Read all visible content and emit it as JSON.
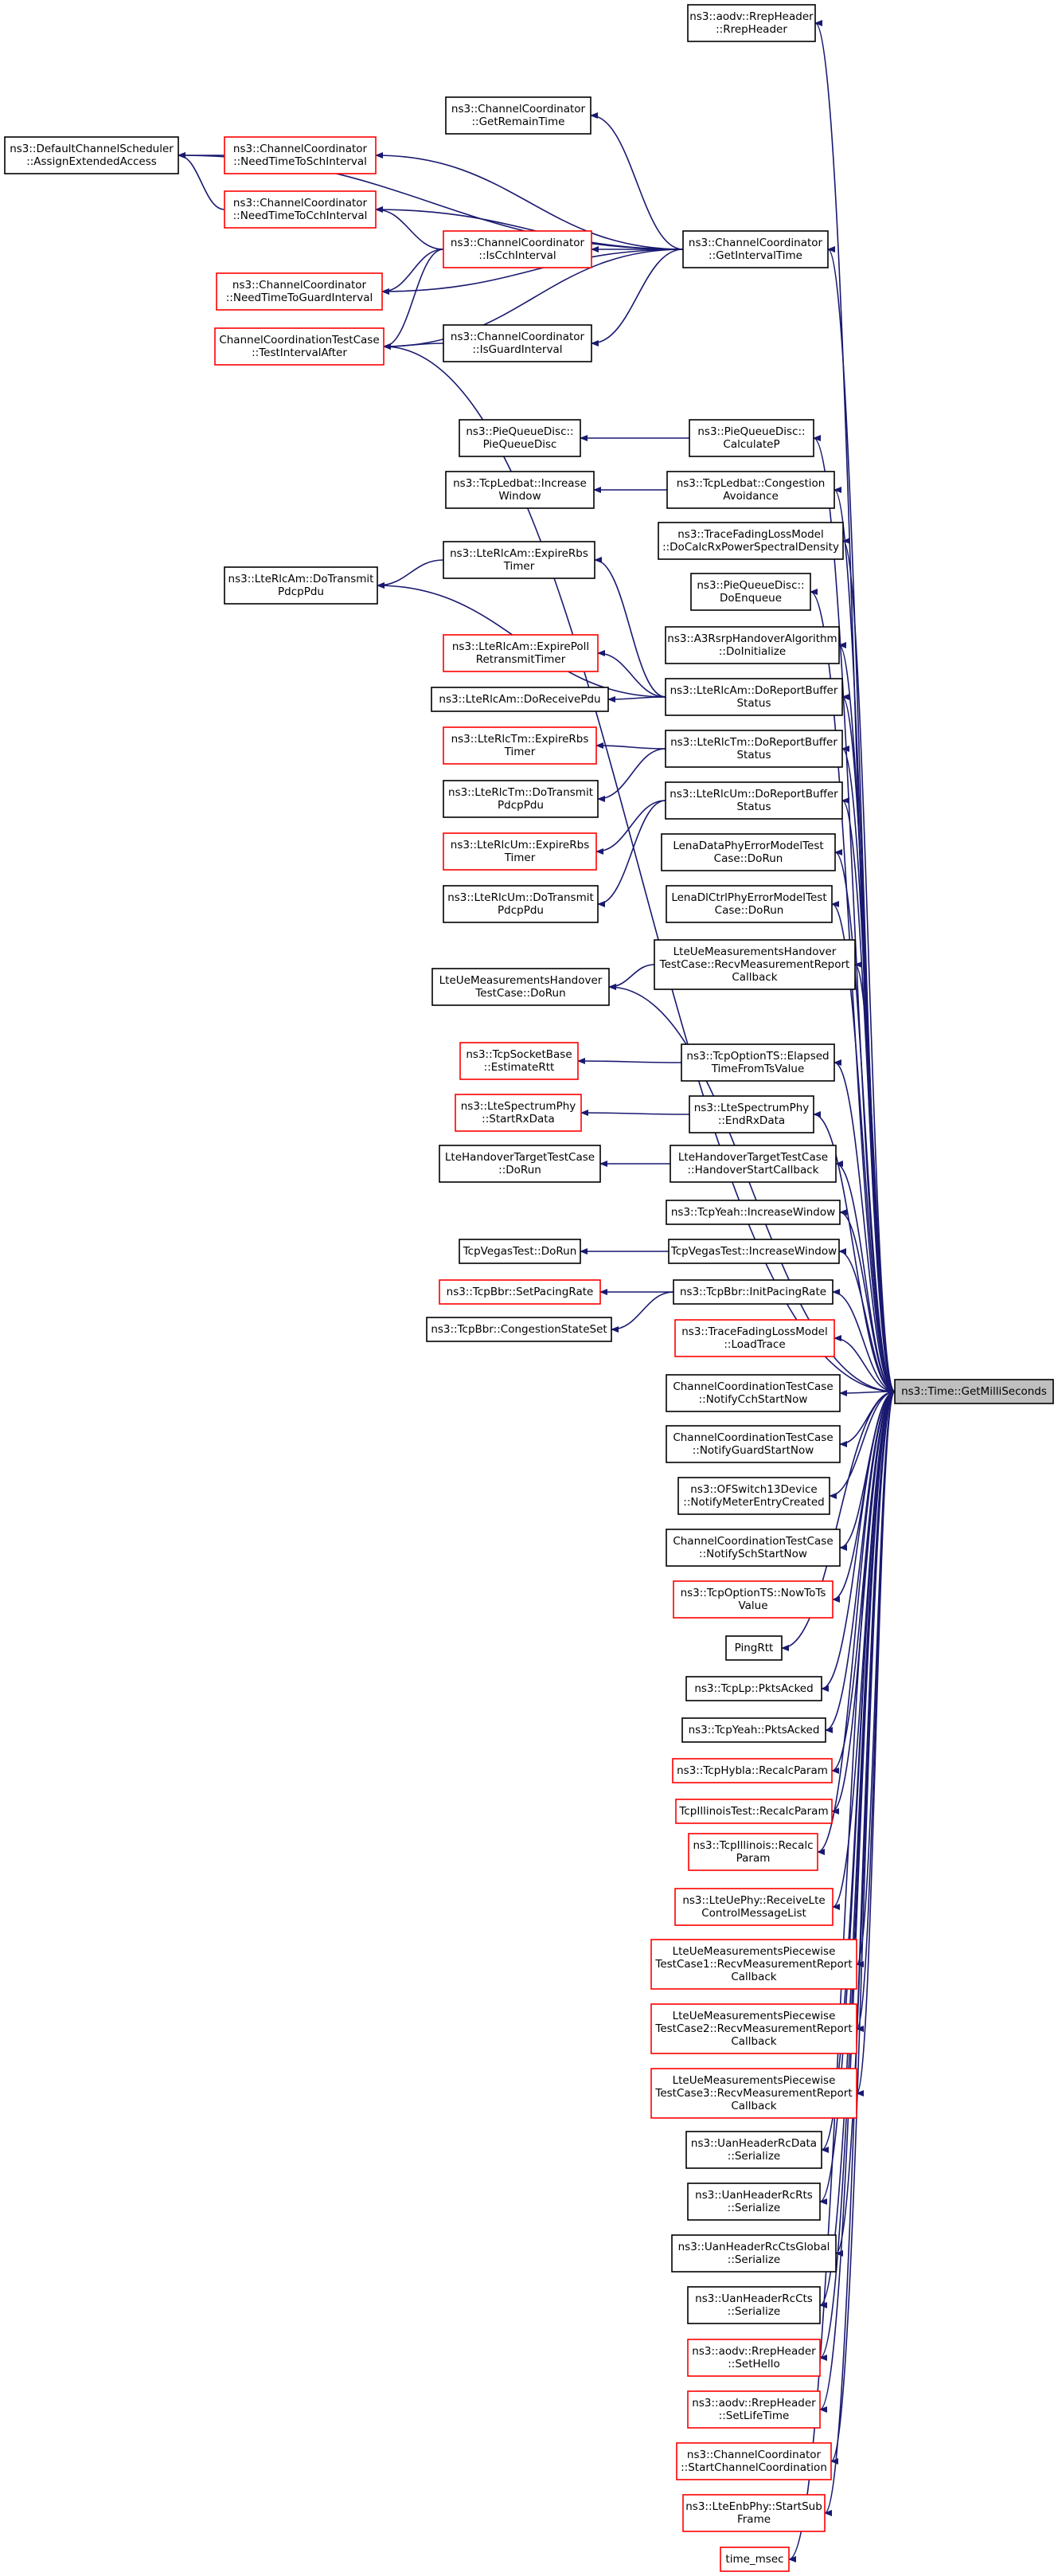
{
  "colors": {
    "edge": "#191970",
    "border_black": "#000000",
    "border_red": "#ff0000",
    "root_fill": "#bfbfbf"
  },
  "nodes": [
    {
      "id": "rrep_hdr",
      "lines": [
        "ns3::aodv::RrepHeader",
        "::RrepHeader"
      ],
      "border": "black"
    },
    {
      "id": "dcs_aea",
      "lines": [
        "ns3::DefaultChannelScheduler",
        "::AssignExtendedAccess"
      ],
      "border": "black"
    },
    {
      "id": "cc_ntts",
      "lines": [
        "ns3::ChannelCoordinator",
        "::NeedTimeToSchInterval"
      ],
      "border": "red"
    },
    {
      "id": "cc_grt",
      "lines": [
        "ns3::ChannelCoordinator",
        "::GetRemainTime"
      ],
      "border": "black"
    },
    {
      "id": "cc_nttc",
      "lines": [
        "ns3::ChannelCoordinator",
        "::NeedTimeToCchInterval"
      ],
      "border": "red"
    },
    {
      "id": "cc_iscch",
      "lines": [
        "ns3::ChannelCoordinator",
        "::IsCchInterval"
      ],
      "border": "red"
    },
    {
      "id": "cc_git",
      "lines": [
        "ns3::ChannelCoordinator",
        "::GetIntervalTime"
      ],
      "border": "black"
    },
    {
      "id": "cc_nttg",
      "lines": [
        "ns3::ChannelCoordinator",
        "::NeedTimeToGuardInterval"
      ],
      "border": "red"
    },
    {
      "id": "cctc_tia",
      "lines": [
        "ChannelCoordinationTestCase",
        "::TestIntervalAfter"
      ],
      "border": "red"
    },
    {
      "id": "cc_isg",
      "lines": [
        "ns3::ChannelCoordinator",
        "::IsGuardInterval"
      ],
      "border": "black"
    },
    {
      "id": "pq_pq",
      "lines": [
        "ns3::PieQueueDisc::",
        "PieQueueDisc"
      ],
      "border": "black"
    },
    {
      "id": "pq_cp",
      "lines": [
        "ns3::PieQueueDisc::",
        "CalculateP"
      ],
      "border": "black"
    },
    {
      "id": "tl_iw",
      "lines": [
        "ns3::TcpLedbat::Increase",
        "Window"
      ],
      "border": "black"
    },
    {
      "id": "tl_ca",
      "lines": [
        "ns3::TcpLedbat::Congestion",
        "Avoidance"
      ],
      "border": "black"
    },
    {
      "id": "tflm_dc",
      "lines": [
        "ns3::TraceFadingLossModel",
        "::DoCalcRxPowerSpectralDensity"
      ],
      "border": "black"
    },
    {
      "id": "pq_de",
      "lines": [
        "ns3::PieQueueDisc::",
        "DoEnqueue"
      ],
      "border": "black"
    },
    {
      "id": "lra_erbs",
      "lines": [
        "ns3::LteRlcAm::ExpireRbs",
        "Timer"
      ],
      "border": "black"
    },
    {
      "id": "lra_dtp",
      "lines": [
        "ns3::LteRlcAm::DoTransmit",
        "PdcpPdu"
      ],
      "border": "black"
    },
    {
      "id": "a3_di",
      "lines": [
        "ns3::A3RsrpHandoverAlgorithm",
        "::DoInitialize"
      ],
      "border": "black"
    },
    {
      "id": "lra_eprt",
      "lines": [
        "ns3::LteRlcAm::ExpirePoll",
        "RetransmitTimer"
      ],
      "border": "red"
    },
    {
      "id": "lra_drbs",
      "lines": [
        "ns3::LteRlcAm::DoReportBuffer",
        "Status"
      ],
      "border": "black"
    },
    {
      "id": "lra_drp",
      "lines": [
        "ns3::LteRlcAm::DoReceivePdu"
      ],
      "border": "black"
    },
    {
      "id": "lrt_erbs",
      "lines": [
        "ns3::LteRlcTm::ExpireRbs",
        "Timer"
      ],
      "border": "red"
    },
    {
      "id": "lrt_drbs",
      "lines": [
        "ns3::LteRlcTm::DoReportBuffer",
        "Status"
      ],
      "border": "black"
    },
    {
      "id": "lrt_dtp",
      "lines": [
        "ns3::LteRlcTm::DoTransmit",
        "PdcpPdu"
      ],
      "border": "black"
    },
    {
      "id": "lru_drbs",
      "lines": [
        "ns3::LteRlcUm::DoReportBuffer",
        "Status"
      ],
      "border": "black"
    },
    {
      "id": "lru_erbs",
      "lines": [
        "ns3::LteRlcUm::ExpireRbs",
        "Timer"
      ],
      "border": "red"
    },
    {
      "id": "ldp_dr",
      "lines": [
        "LenaDataPhyErrorModelTest",
        "Case::DoRun"
      ],
      "border": "black"
    },
    {
      "id": "lru_dtp",
      "lines": [
        "ns3::LteRlcUm::DoTransmit",
        "PdcpPdu"
      ],
      "border": "black"
    },
    {
      "id": "ldc_dr",
      "lines": [
        "LenaDlCtrlPhyErrorModelTest",
        "Case::DoRun"
      ],
      "border": "black"
    },
    {
      "id": "lumh_rmrc",
      "lines": [
        "LteUeMeasurementsHandover",
        "TestCase::RecvMeasurementReport",
        "Callback"
      ],
      "border": "black"
    },
    {
      "id": "lumh_dr",
      "lines": [
        "LteUeMeasurementsHandover",
        "TestCase::DoRun"
      ],
      "border": "black"
    },
    {
      "id": "tsb_ertt",
      "lines": [
        "ns3::TcpSocketBase",
        "::EstimateRtt"
      ],
      "border": "red"
    },
    {
      "id": "tots_et",
      "lines": [
        "ns3::TcpOptionTS::Elapsed",
        "TimeFromTsValue"
      ],
      "border": "black"
    },
    {
      "id": "lsp_srx",
      "lines": [
        "ns3::LteSpectrumPhy",
        "::StartRxData"
      ],
      "border": "red"
    },
    {
      "id": "lsp_erx",
      "lines": [
        "ns3::LteSpectrumPhy",
        "::EndRxData"
      ],
      "border": "black"
    },
    {
      "id": "lhtc_dr",
      "lines": [
        "LteHandoverTargetTestCase",
        "::DoRun"
      ],
      "border": "black"
    },
    {
      "id": "lhtc_hsc",
      "lines": [
        "LteHandoverTargetTestCase",
        "::HandoverStartCallback"
      ],
      "border": "black"
    },
    {
      "id": "ty_iw",
      "lines": [
        "ns3::TcpYeah::IncreaseWindow"
      ],
      "border": "black"
    },
    {
      "id": "tv_dr",
      "lines": [
        "TcpVegasTest::DoRun"
      ],
      "border": "black"
    },
    {
      "id": "tv_iw",
      "lines": [
        "TcpVegasTest::IncreaseWindow"
      ],
      "border": "black"
    },
    {
      "id": "tb_spr",
      "lines": [
        "ns3::TcpBbr::SetPacingRate"
      ],
      "border": "red"
    },
    {
      "id": "tb_ipr",
      "lines": [
        "ns3::TcpBbr::InitPacingRate"
      ],
      "border": "black"
    },
    {
      "id": "tb_css",
      "lines": [
        "ns3::TcpBbr::CongestionStateSet"
      ],
      "border": "black"
    },
    {
      "id": "tflm_lt",
      "lines": [
        "ns3::TraceFadingLossModel",
        "::LoadTrace"
      ],
      "border": "red"
    },
    {
      "id": "gms",
      "lines": [
        "ns3::Time::GetMilliSeconds"
      ],
      "border": "black",
      "root": true
    },
    {
      "id": "cctc_ncsn",
      "lines": [
        "ChannelCoordinationTestCase",
        "::NotifyCchStartNow"
      ],
      "border": "black"
    },
    {
      "id": "cctc_ngsn",
      "lines": [
        "ChannelCoordinationTestCase",
        "::NotifyGuardStartNow"
      ],
      "border": "black"
    },
    {
      "id": "ofs_nmec",
      "lines": [
        "ns3::OFSwitch13Device",
        "::NotifyMeterEntryCreated"
      ],
      "border": "black"
    },
    {
      "id": "cctc_nssn",
      "lines": [
        "ChannelCoordinationTestCase",
        "::NotifySchStartNow"
      ],
      "border": "black"
    },
    {
      "id": "tots_ntv",
      "lines": [
        "ns3::TcpOptionTS::NowToTs",
        "Value"
      ],
      "border": "red"
    },
    {
      "id": "pingrtt",
      "lines": [
        "PingRtt"
      ],
      "border": "black"
    },
    {
      "id": "tlp_pa",
      "lines": [
        "ns3::TcpLp::PktsAcked"
      ],
      "border": "black"
    },
    {
      "id": "ty_pa",
      "lines": [
        "ns3::TcpYeah::PktsAcked"
      ],
      "border": "black"
    },
    {
      "id": "th_rp",
      "lines": [
        "ns3::TcpHybla::RecalcParam"
      ],
      "border": "red"
    },
    {
      "id": "tit_rp",
      "lines": [
        "TcpIllinoisTest::RecalcParam"
      ],
      "border": "red"
    },
    {
      "id": "ti_rp",
      "lines": [
        "ns3::TcpIllinois::Recalc",
        "Param"
      ],
      "border": "red"
    },
    {
      "id": "lup_rlcml",
      "lines": [
        "ns3::LteUePhy::ReceiveLte",
        "ControlMessageList"
      ],
      "border": "red"
    },
    {
      "id": "lump1",
      "lines": [
        "LteUeMeasurementsPiecewise",
        "TestCase1::RecvMeasurementReport",
        "Callback"
      ],
      "border": "red"
    },
    {
      "id": "lump2",
      "lines": [
        "LteUeMeasurementsPiecewise",
        "TestCase2::RecvMeasurementReport",
        "Callback"
      ],
      "border": "red"
    },
    {
      "id": "lump3",
      "lines": [
        "LteUeMeasurementsPiecewise",
        "TestCase3::RecvMeasurementReport",
        "Callback"
      ],
      "border": "red"
    },
    {
      "id": "uhrd_s",
      "lines": [
        "ns3::UanHeaderRcData",
        "::Serialize"
      ],
      "border": "black"
    },
    {
      "id": "uhrr_s",
      "lines": [
        "ns3::UanHeaderRcRts",
        "::Serialize"
      ],
      "border": "black"
    },
    {
      "id": "uhrcg_s",
      "lines": [
        "ns3::UanHeaderRcCtsGlobal",
        "::Serialize"
      ],
      "border": "black"
    },
    {
      "id": "uhrc_s",
      "lines": [
        "ns3::UanHeaderRcCts",
        "::Serialize"
      ],
      "border": "black"
    },
    {
      "id": "rrep_sh",
      "lines": [
        "ns3::aodv::RrepHeader",
        "::SetHello"
      ],
      "border": "red"
    },
    {
      "id": "rrep_slt",
      "lines": [
        "ns3::aodv::RrepHeader",
        "::SetLifeTime"
      ],
      "border": "red"
    },
    {
      "id": "cc_scc",
      "lines": [
        "ns3::ChannelCoordinator",
        "::StartChannelCoordination"
      ],
      "border": "red"
    },
    {
      "id": "lep_ssf",
      "lines": [
        "ns3::LteEnbPhy::StartSub",
        "Frame"
      ],
      "border": "red"
    },
    {
      "id": "time_msec",
      "lines": [
        "time_msec"
      ],
      "border": "red"
    }
  ],
  "edges": [
    [
      "cc_ntts",
      "dcs_aea"
    ],
    [
      "cc_nttc",
      "dcs_aea"
    ],
    [
      "cc_git",
      "dcs_aea"
    ],
    [
      "cc_git",
      "cc_ntts"
    ],
    [
      "cc_git",
      "cc_grt"
    ],
    [
      "cc_git",
      "cc_nttc"
    ],
    [
      "cc_git",
      "cc_iscch"
    ],
    [
      "cc_git",
      "cc_nttg"
    ],
    [
      "cc_git",
      "cc_isg"
    ],
    [
      "cc_git",
      "cctc_tia"
    ],
    [
      "cc_iscch",
      "cc_nttc"
    ],
    [
      "cc_iscch",
      "cc_nttg"
    ],
    [
      "cc_iscch",
      "cctc_tia"
    ],
    [
      "cc_isg",
      "cctc_tia"
    ],
    [
      "pq_cp",
      "pq_pq"
    ],
    [
      "tl_ca",
      "tl_iw"
    ],
    [
      "lra_erbs",
      "lra_dtp"
    ],
    [
      "lra_drbs",
      "lra_erbs"
    ],
    [
      "lra_drbs",
      "lra_dtp"
    ],
    [
      "lra_drbs",
      "lra_eprt"
    ],
    [
      "lra_drbs",
      "lra_drp"
    ],
    [
      "lrt_drbs",
      "lrt_erbs"
    ],
    [
      "lrt_drbs",
      "lrt_dtp"
    ],
    [
      "lru_drbs",
      "lru_erbs"
    ],
    [
      "lru_drbs",
      "lru_dtp"
    ],
    [
      "lumh_rmrc",
      "lumh_dr"
    ],
    [
      "tots_et",
      "tsb_ertt"
    ],
    [
      "lsp_erx",
      "lsp_srx"
    ],
    [
      "lhtc_hsc",
      "lhtc_dr"
    ],
    [
      "tv_iw",
      "tv_dr"
    ],
    [
      "tb_ipr",
      "tb_spr"
    ],
    [
      "tb_ipr",
      "tb_css"
    ],
    [
      "gms",
      "rrep_hdr"
    ],
    [
      "gms",
      "cc_git"
    ],
    [
      "gms",
      "cctc_tia"
    ],
    [
      "gms",
      "lumh_dr"
    ],
    [
      "gms",
      "pq_cp"
    ],
    [
      "gms",
      "tl_ca"
    ],
    [
      "gms",
      "tflm_dc"
    ],
    [
      "gms",
      "pq_de"
    ],
    [
      "gms",
      "a3_di"
    ],
    [
      "gms",
      "lra_drbs"
    ],
    [
      "gms",
      "lrt_drbs"
    ],
    [
      "gms",
      "lru_drbs"
    ],
    [
      "gms",
      "ldp_dr"
    ],
    [
      "gms",
      "ldc_dr"
    ],
    [
      "gms",
      "lumh_rmrc"
    ],
    [
      "gms",
      "tots_et"
    ],
    [
      "gms",
      "lsp_erx"
    ],
    [
      "gms",
      "lhtc_hsc"
    ],
    [
      "gms",
      "ty_iw"
    ],
    [
      "gms",
      "tv_iw"
    ],
    [
      "gms",
      "tb_ipr"
    ],
    [
      "gms",
      "tflm_lt"
    ],
    [
      "gms",
      "cctc_ncsn"
    ],
    [
      "gms",
      "cctc_ngsn"
    ],
    [
      "gms",
      "ofs_nmec"
    ],
    [
      "gms",
      "cctc_nssn"
    ],
    [
      "gms",
      "tots_ntv"
    ],
    [
      "gms",
      "pingrtt"
    ],
    [
      "gms",
      "tlp_pa"
    ],
    [
      "gms",
      "ty_pa"
    ],
    [
      "gms",
      "th_rp"
    ],
    [
      "gms",
      "tit_rp"
    ],
    [
      "gms",
      "ti_rp"
    ],
    [
      "gms",
      "lup_rlcml"
    ],
    [
      "gms",
      "lump1"
    ],
    [
      "gms",
      "lump2"
    ],
    [
      "gms",
      "lump3"
    ],
    [
      "gms",
      "uhrd_s"
    ],
    [
      "gms",
      "uhrr_s"
    ],
    [
      "gms",
      "uhrcg_s"
    ],
    [
      "gms",
      "uhrc_s"
    ],
    [
      "gms",
      "rrep_sh"
    ],
    [
      "gms",
      "rrep_slt"
    ],
    [
      "gms",
      "cc_scc"
    ],
    [
      "gms",
      "lep_ssf"
    ],
    [
      "gms",
      "time_msec"
    ]
  ]
}
